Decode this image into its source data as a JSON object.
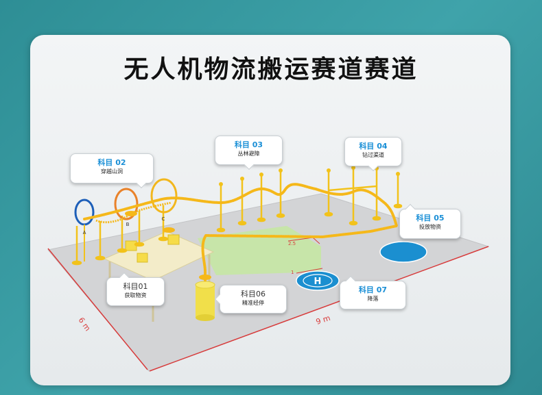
{
  "title": "无人机物流搬运赛道赛道",
  "callouts": {
    "c01": {
      "title": "科目01",
      "sub": "获取物资"
    },
    "c02": {
      "title": "科目 02",
      "sub": "穿越山洞"
    },
    "c03": {
      "title": "科目 03",
      "sub": "丛林避障"
    },
    "c04": {
      "title": "科目 04",
      "sub": "钻过渠道"
    },
    "c05": {
      "title": "科目 05",
      "sub": "投放物资"
    },
    "c06": {
      "title": "科目06",
      "sub": "精准经停"
    },
    "c07": {
      "title": "科目 07",
      "sub": "降落"
    }
  },
  "ring_labels": {
    "a": "A",
    "b": "B",
    "c": "C"
  },
  "dimensions": {
    "width": "6 m",
    "length": "9 m",
    "d1": "2.5",
    "d2": "1"
  },
  "colors": {
    "floor": "#d2d3d5",
    "grass": "#c5e6a6",
    "rope": "#f5b81a",
    "pole": "#f2c21b",
    "helipad": "#1b8fd0",
    "boundary": "#d83b3b"
  }
}
